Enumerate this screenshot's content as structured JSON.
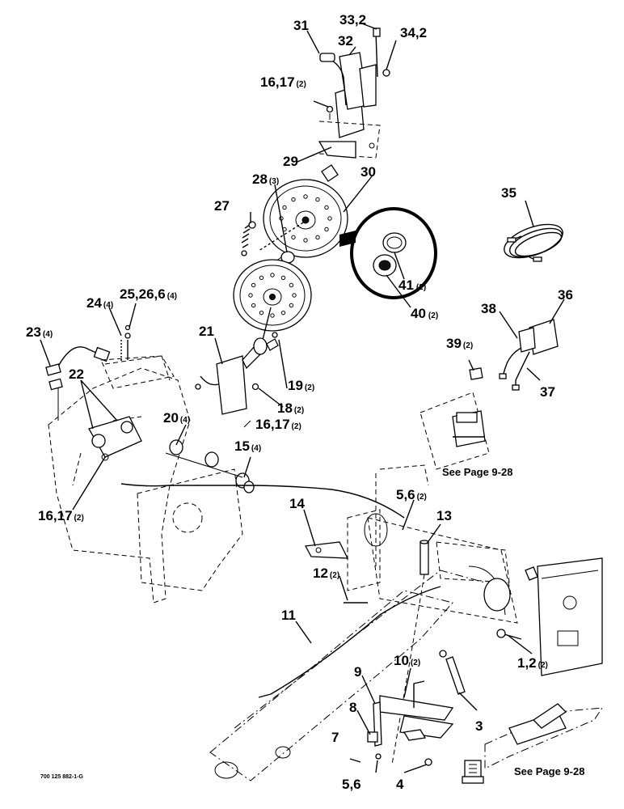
{
  "figure_code": "700 125 882-1-G",
  "notes": {
    "see_page_upper": "See Page 9-28",
    "see_page_lower": "See Page 9-28"
  },
  "callouts": [
    {
      "id": "c31",
      "num": "31",
      "qty": ""
    },
    {
      "id": "c33",
      "num": "33,2",
      "qty": ""
    },
    {
      "id": "c34",
      "num": "34,2",
      "qty": ""
    },
    {
      "id": "c32",
      "num": "32",
      "qty": ""
    },
    {
      "id": "c16a",
      "num": "16,17",
      "qty": "(2)"
    },
    {
      "id": "c29",
      "num": "29",
      "qty": ""
    },
    {
      "id": "c30",
      "num": "30",
      "qty": ""
    },
    {
      "id": "c28",
      "num": "28",
      "qty": "(3)"
    },
    {
      "id": "c27",
      "num": "27",
      "qty": ""
    },
    {
      "id": "c35",
      "num": "35",
      "qty": ""
    },
    {
      "id": "c41",
      "num": "41",
      "qty": "(2)"
    },
    {
      "id": "c40",
      "num": "40",
      "qty": "(2)"
    },
    {
      "id": "c36",
      "num": "36",
      "qty": ""
    },
    {
      "id": "c38",
      "num": "38",
      "qty": ""
    },
    {
      "id": "c39",
      "num": "39",
      "qty": "(2)"
    },
    {
      "id": "c37",
      "num": "37",
      "qty": ""
    },
    {
      "id": "c24",
      "num": "24",
      "qty": "(4)"
    },
    {
      "id": "c25",
      "num": "25,26,6",
      "qty": "(4)"
    },
    {
      "id": "c23",
      "num": "23",
      "qty": "(4)"
    },
    {
      "id": "c21",
      "num": "21",
      "qty": ""
    },
    {
      "id": "c22",
      "num": "22",
      "qty": ""
    },
    {
      "id": "c19",
      "num": "19",
      "qty": "(2)"
    },
    {
      "id": "c18",
      "num": "18",
      "qty": "(2)"
    },
    {
      "id": "c16b",
      "num": "16,17",
      "qty": "(2)"
    },
    {
      "id": "c20",
      "num": "20",
      "qty": "(4)"
    },
    {
      "id": "c15",
      "num": "15",
      "qty": "(4)"
    },
    {
      "id": "c16c",
      "num": "16,17",
      "qty": "(2)"
    },
    {
      "id": "c14",
      "num": "14",
      "qty": ""
    },
    {
      "id": "c5a",
      "num": "5,6",
      "qty": "(2)"
    },
    {
      "id": "c13",
      "num": "13",
      "qty": ""
    },
    {
      "id": "c12",
      "num": "12",
      "qty": "(2)"
    },
    {
      "id": "c11",
      "num": "11",
      "qty": ""
    },
    {
      "id": "c10",
      "num": "10",
      "qty": "(2)"
    },
    {
      "id": "c9",
      "num": "9",
      "qty": ""
    },
    {
      "id": "c8",
      "num": "8",
      "qty": ""
    },
    {
      "id": "c7",
      "num": "7",
      "qty": ""
    },
    {
      "id": "c3",
      "num": "3",
      "qty": ""
    },
    {
      "id": "c1",
      "num": "1,2",
      "qty": "(2)"
    },
    {
      "id": "c5b",
      "num": "5,6",
      "qty": ""
    },
    {
      "id": "c4",
      "num": "4",
      "qty": ""
    }
  ]
}
